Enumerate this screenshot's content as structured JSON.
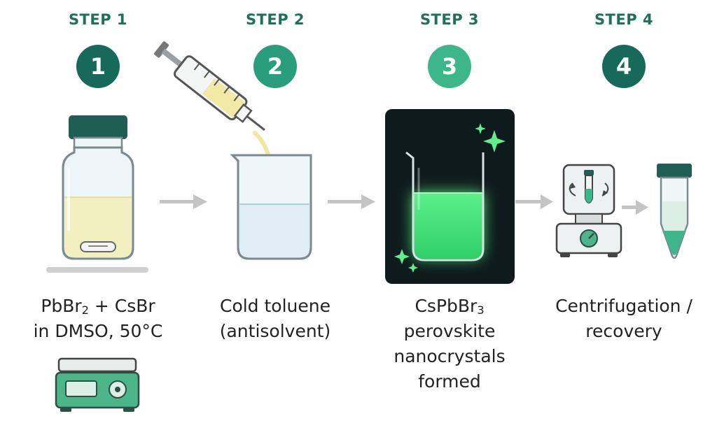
{
  "steps": [
    {
      "label": "STEP 1",
      "number": "1",
      "caption_lines": [
        "PbBr|2| + CsBr",
        "in DMSO, 50°C"
      ],
      "badge_color": "#17695a"
    },
    {
      "label": "STEP 2",
      "number": "2",
      "caption_lines": [
        "Cold toluene",
        "(antisolvent)"
      ],
      "badge_color": "#2a9d7c"
    },
    {
      "label": "STEP 3",
      "number": "3",
      "caption_lines": [
        "CsPbBr|3|",
        "perovskite",
        "nanocrystals",
        "formed"
      ],
      "badge_color": "#3cb68a"
    },
    {
      "label": "STEP 4",
      "number": "4",
      "caption_lines": [
        "Centrifugation /",
        "recovery"
      ],
      "badge_color": "#17695a"
    }
  ],
  "colors": {
    "dark_teal": "#17695a",
    "green_glow": "#3ee87a",
    "yellow_solution": "#f2efc0",
    "arrow_gray": "#c4c4c4",
    "glass_blue": "#eaf4f8"
  },
  "icons": [
    "vial-icon",
    "hot-plate-icon",
    "stir-bar-icon",
    "syringe-icon",
    "beaker-icon",
    "glowing-beaker-icon",
    "sparkle-icon",
    "centrifuge-icon",
    "centrifuge-tube-icon",
    "arrow-right-icon"
  ]
}
